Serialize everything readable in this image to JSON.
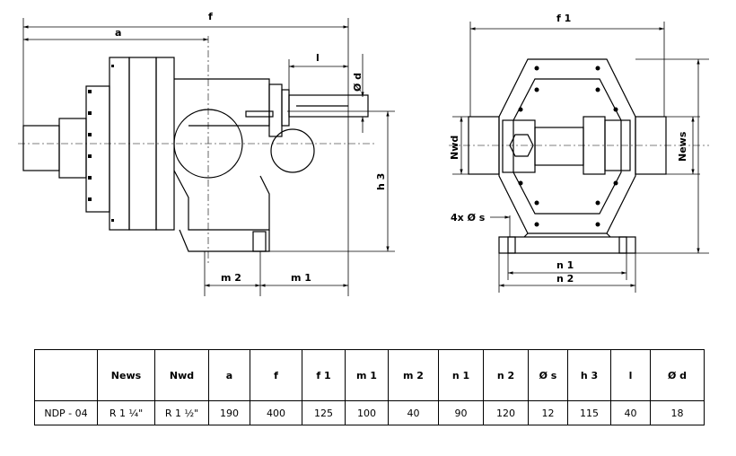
{
  "dims": {
    "f": "f",
    "a": "a",
    "l": "l",
    "d": "Ø d",
    "h3": "h 3",
    "m2": "m 2",
    "m1": "m 1",
    "f1": "f 1",
    "nwd": "Nwd",
    "news": "News",
    "s": "4x Ø s",
    "n1": "n 1",
    "n2": "n 2"
  },
  "table": {
    "headers": [
      "",
      "News",
      "Nwd",
      "a",
      "f",
      "f 1",
      "m 1",
      "m 2",
      "n 1",
      "n 2",
      "Ø s",
      "h 3",
      "l",
      "Ø d"
    ],
    "rows": [
      [
        "NDP - 04",
        "R 1 ¼\"",
        "R 1 ½\"",
        "190",
        "400",
        "125",
        "100",
        "40",
        "90",
        "120",
        "12",
        "115",
        "40",
        "18"
      ]
    ]
  }
}
